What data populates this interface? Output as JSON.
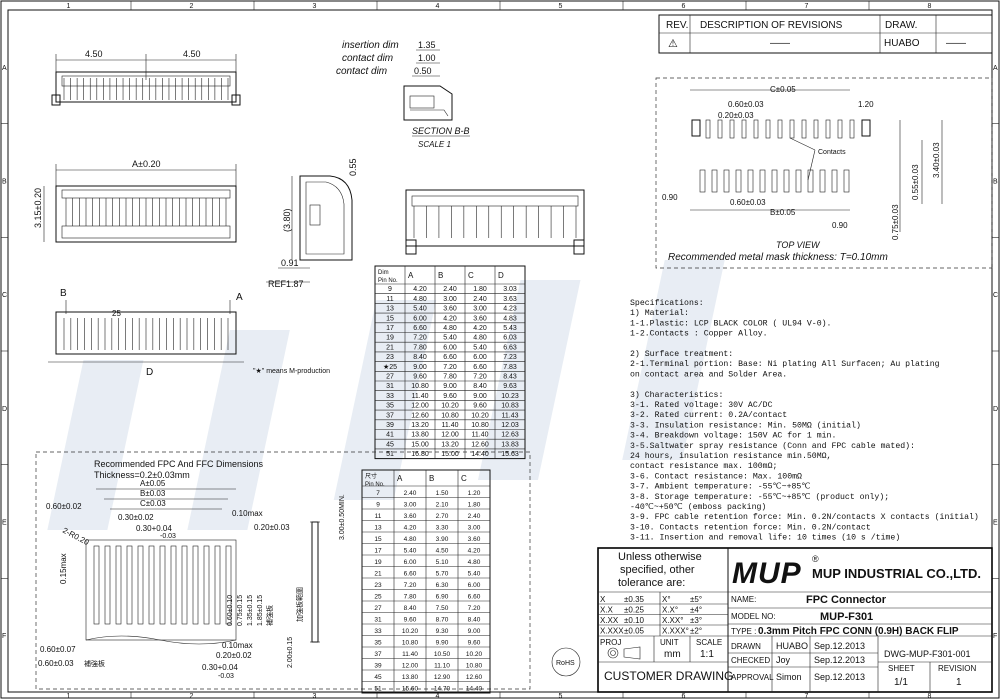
{
  "frame": {
    "col_labels": [
      "1",
      "2",
      "3",
      "4",
      "5",
      "6",
      "7",
      "8"
    ],
    "row_labels": [
      "A",
      "B",
      "C",
      "D",
      "E",
      "F"
    ]
  },
  "revisions": {
    "headers": [
      "REV.",
      "DESCRIPTION OF REVISIONS",
      "DRAW."
    ],
    "row": [
      "⚠",
      "——",
      "HUABO",
      "——"
    ]
  },
  "section_view": {
    "dims": [
      "1.35",
      "1.00",
      "0.50"
    ],
    "dim_labels": [
      "insertion dim",
      "contact dim",
      "contact dim"
    ],
    "title": "SECTION B-B",
    "scale": "SCALE 1"
  },
  "front_view": {
    "top_dims": [
      "4.50",
      "4.50"
    ],
    "a_dim": "A±0.20",
    "side_dim": "3.15±0.20",
    "b_mark": "B",
    "a_mark": "A",
    "pin_mark": "25",
    "d_dim": "D",
    "note": "\"★\" means  M-production"
  },
  "side_view": {
    "dims": [
      "(3.80)",
      "0.55",
      "0.91",
      "REF1.87"
    ]
  },
  "dim_table": {
    "headers": [
      "Dim\nPin No.",
      "A",
      "B",
      "C",
      "D"
    ],
    "rows": [
      [
        "9",
        "4.20",
        "2.40",
        "1.80",
        "3.03"
      ],
      [
        "11",
        "4.80",
        "3.00",
        "2.40",
        "3.63"
      ],
      [
        "13",
        "5.40",
        "3.60",
        "3.00",
        "4.23"
      ],
      [
        "15",
        "6.00",
        "4.20",
        "3.60",
        "4.83"
      ],
      [
        "17",
        "6.60",
        "4.80",
        "4.20",
        "5.43"
      ],
      [
        "19",
        "7.20",
        "5.40",
        "4.80",
        "6.03"
      ],
      [
        "21",
        "7.80",
        "6.00",
        "5.40",
        "6.63"
      ],
      [
        "23",
        "8.40",
        "6.60",
        "6.00",
        "7.23"
      ],
      [
        "★25",
        "9.00",
        "7.20",
        "6.60",
        "7.83"
      ],
      [
        "27",
        "9.60",
        "7.80",
        "7.20",
        "8.43"
      ],
      [
        "31",
        "10.80",
        "9.00",
        "8.40",
        "9.63"
      ],
      [
        "33",
        "11.40",
        "9.60",
        "9.00",
        "10.23"
      ],
      [
        "35",
        "12.00",
        "10.20",
        "9.60",
        "10.83"
      ],
      [
        "37",
        "12.60",
        "10.80",
        "10.20",
        "11.43"
      ],
      [
        "39",
        "13.20",
        "11.40",
        "10.80",
        "12.03"
      ],
      [
        "41",
        "13.80",
        "12.00",
        "11.40",
        "12.63"
      ],
      [
        "45",
        "15.00",
        "13.20",
        "12.60",
        "13.83"
      ],
      [
        "51",
        "16.80",
        "15.00",
        "14.40",
        "15.63"
      ]
    ]
  },
  "top_view": {
    "dims": [
      "C±0.05",
      "0.60±0.03",
      "0.20±0.03",
      "1.20",
      "0.60±0.03",
      "B±0.05",
      "0.90",
      "0.90",
      "0.55±0.03",
      "3.40±0.03",
      "0.75±0.03",
      "Contacts"
    ],
    "caption_1": "TOP VIEW",
    "caption_2": "Recommended metal mask thickness: T=0.10mm"
  },
  "specs": [
    "Specifications:",
    "1) Material:",
    "   1-1.Plastic: LCP BLACK COLOR ( UL94 V-0).",
    "   1-2.Contacts : Copper Alloy.",
    "",
    "2) Surface treatment:",
    "   2-1.Terminal portion: Base: Ni plating All Surfacen; Au plating",
    "         on contact area and Solder Area.",
    "",
    "3) Characteristics:",
    "   3-1. Rated voltage: 30V AC/DC",
    "   3-2. Rated current: 0.2A/contact",
    "   3-3. Insulation resistance: Min. 50MΩ (initial)",
    "   3-4. Breakdown voltage: 150V AC for 1 min.",
    "   3-5.Saltwater spray resistance (Conn and FPC cable mated):",
    "       24 hours, insulation resistance min.50MΩ,",
    "                  contact resistance max. 100mΩ;",
    "   3-6. Contact resistance: Max. 100mΩ",
    "   3-7. Ambient temperature: -55℃~+85℃",
    "   3-8. Storage temperature: -55℃~+85℃ (product only);",
    "                  -40℃~+50℃ (emboss packing)",
    "   3-9. FPC cable retention force: Min. 0.2N/contacts X contacts (initial)",
    "   3-10. Contacts retention force: Min. 0.2N/contact",
    "   3-11. Insertion and removal life: 10 times (10 s /time)"
  ],
  "fpc_view": {
    "title_1": "Recommended FPC And FFC Dimensions",
    "title_2": "Thickness=0.2±0.03mm",
    "dims": [
      "A±0.05",
      "B±0.03",
      "C±0.03",
      "0.60±0.02",
      "0.30±0.02",
      "0.30+0.04",
      "-0.03",
      "0.10max",
      "2-R0.20",
      "0.15max",
      "0.20±0.03",
      "0.60±0.10",
      "0.75±0.15",
      "1.35±0.15",
      "1.85±0.15",
      "3.00±0.50MIN.",
      "2.00±0.15",
      "0.10max",
      "0.60±0.07",
      "0.20±0.02",
      "0.60±0.03",
      "0.30+0.04",
      "-0.03"
    ],
    "cn_labels": [
      "補強板",
      "加強板範圍",
      "補強板"
    ]
  },
  "fpc_table": {
    "headers": [
      "尺寸\nPin No.",
      "A",
      "B",
      "C"
    ],
    "rows": [
      [
        "7",
        "2.40",
        "1.50",
        "1.20"
      ],
      [
        "9",
        "3.00",
        "2.10",
        "1.80"
      ],
      [
        "11",
        "3.60",
        "2.70",
        "2.40"
      ],
      [
        "13",
        "4.20",
        "3.30",
        "3.00"
      ],
      [
        "15",
        "4.80",
        "3.90",
        "3.60"
      ],
      [
        "17",
        "5.40",
        "4.50",
        "4.20"
      ],
      [
        "19",
        "6.00",
        "5.10",
        "4.80"
      ],
      [
        "21",
        "6.60",
        "5.70",
        "5.40"
      ],
      [
        "23",
        "7.20",
        "6.30",
        "6.00"
      ],
      [
        "25",
        "7.80",
        "6.90",
        "6.60"
      ],
      [
        "27",
        "8.40",
        "7.50",
        "7.20"
      ],
      [
        "31",
        "9.60",
        "8.70",
        "8.40"
      ],
      [
        "33",
        "10.20",
        "9.30",
        "9.00"
      ],
      [
        "35",
        "10.80",
        "9.90",
        "9.60"
      ],
      [
        "37",
        "11.40",
        "10.50",
        "10.20"
      ],
      [
        "39",
        "12.00",
        "11.10",
        "10.80"
      ],
      [
        "45",
        "13.80",
        "12.90",
        "12.60"
      ],
      [
        "51",
        "15.60",
        "14.70",
        "14.40"
      ]
    ]
  },
  "title_block": {
    "tolerance_1": "Unless otherwise",
    "tolerance_2": "specified, other",
    "tolerance_3": "tolerance are:",
    "tol_rows": [
      [
        "X",
        "±0.35",
        "X°",
        "±5°"
      ],
      [
        "X.X",
        "±0.25",
        "X.X°",
        "±4°"
      ],
      [
        "X.XX",
        "±0.10",
        "X.XX°",
        "±3°"
      ],
      [
        "X.XXX",
        "±0.05",
        "X.XXX°",
        "±2°"
      ]
    ],
    "logo": "MUP",
    "reg": "®",
    "company": "MUP INDUSTRIAL CO.,LTD.",
    "name_label": "NAME:",
    "name_value": "FPC Connector",
    "model_label": "MODEL NO:",
    "model_value": "MUP-F301",
    "type_label": "TYPE :",
    "type_value": "0.3mm Pitch  FPC CONN (0.9H) BACK FLIP",
    "proj_label": "PROJ",
    "unit_label": "UNIT",
    "unit_value": "mm",
    "scale_label": "SCALE",
    "scale_value": "1:1",
    "rohs": "RoHS",
    "customer": "CUSTOMER  DRAWING",
    "drawn_label": "DRAWN",
    "drawn_name": "HUABO",
    "drawn_date": "Sep.12.2013",
    "checked_label": "CHECKED",
    "checked_name": "Joy",
    "checked_date": "Sep.12.2013",
    "approval_label": "APPROVAL",
    "approval_name": "Simon",
    "approval_date": "Sep.12.2013",
    "dwg_no": "DWG-MUP-F301-001",
    "sheet_label": "SHEET",
    "sheet_value": "1/1",
    "revision_label": "REVISION",
    "revision_value": "1"
  }
}
